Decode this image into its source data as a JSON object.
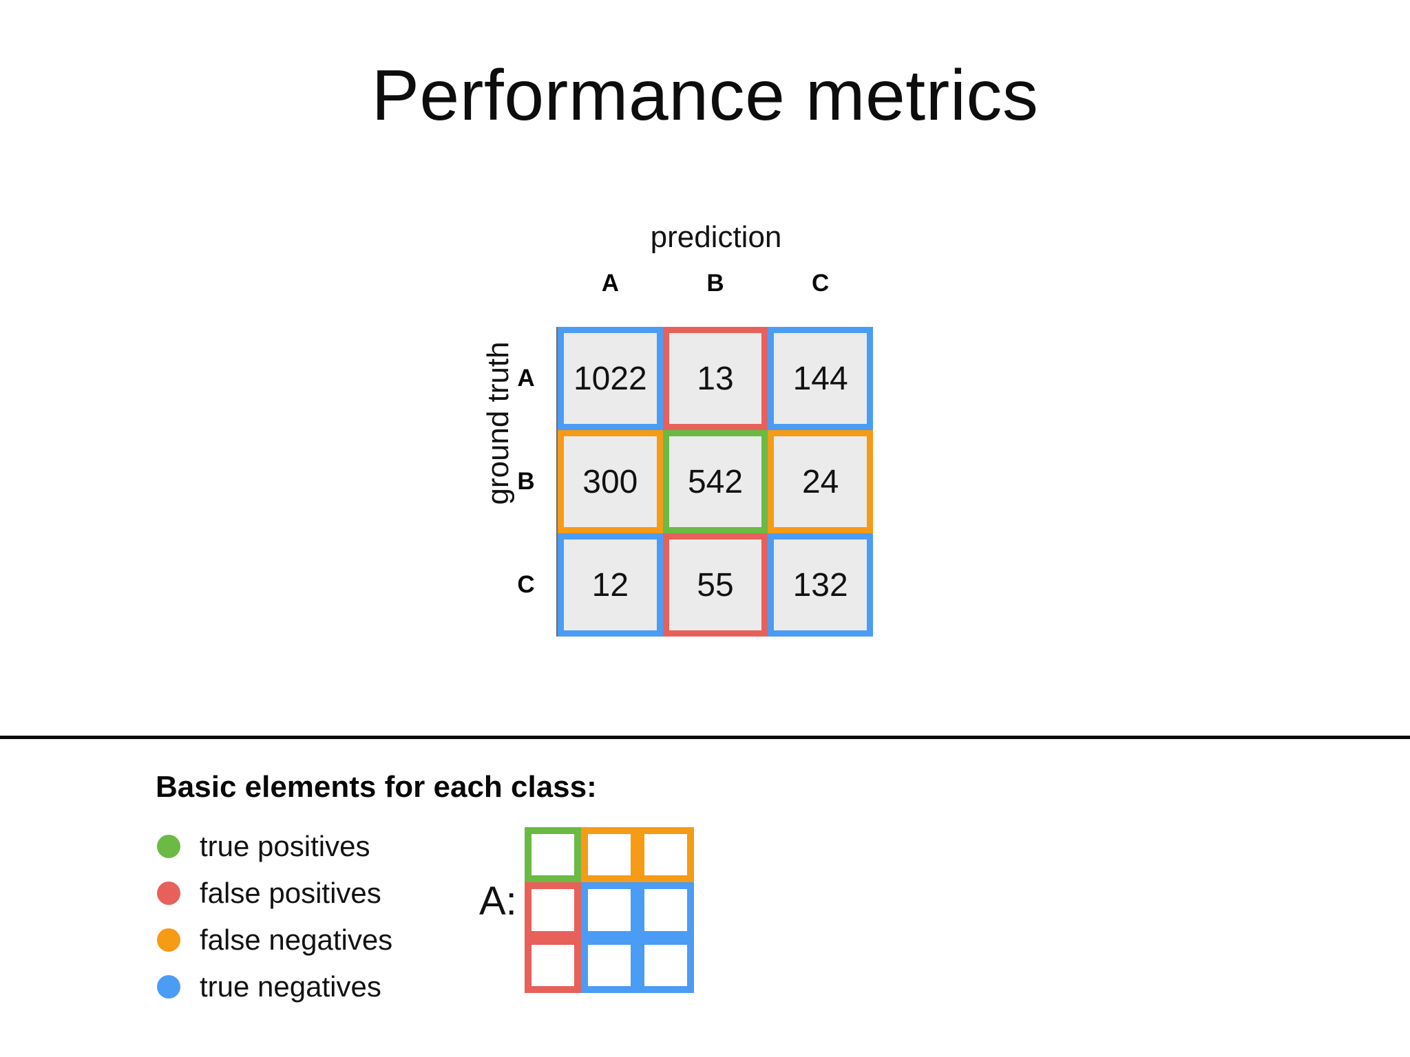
{
  "slide": {
    "title": "Performance metrics"
  },
  "matrix": {
    "x_axis_label": "prediction",
    "y_axis_label": "ground truth",
    "col_headers": [
      "A",
      "B",
      "C"
    ],
    "row_headers": [
      "A",
      "B",
      "C"
    ]
  },
  "legend": {
    "heading": "Basic elements for each class:",
    "items": [
      {
        "label": "true positives",
        "color": "#6aba44",
        "key": "tp"
      },
      {
        "label": "false positives",
        "color": "#e8605a",
        "key": "fp"
      },
      {
        "label": "false negatives",
        "color": "#f59b16",
        "key": "fn"
      },
      {
        "label": "true negatives",
        "color": "#4a9cf5",
        "key": "tn"
      }
    ]
  },
  "mini_matrix": {
    "class_label": "A:",
    "cells": [
      [
        "tp",
        "fn",
        "fn"
      ],
      [
        "fp",
        "tn",
        "tn"
      ],
      [
        "fp",
        "tn",
        "tn"
      ]
    ]
  },
  "colors": {
    "true_positive": "#6aba44",
    "false_positive": "#e8605a",
    "false_negative": "#f59b16",
    "true_negative": "#4a9cf5",
    "cell_fill": "#ebebeb",
    "background": "#ffffff",
    "divider": "#0a0a0a"
  },
  "chart_data": {
    "type": "table",
    "title": "Performance metrics",
    "xlabel": "prediction",
    "ylabel": "ground truth",
    "categories": [
      "A",
      "B",
      "C"
    ],
    "row_categories": [
      "A",
      "B",
      "C"
    ],
    "column_categories": [
      "A",
      "B",
      "C"
    ],
    "matrix": [
      [
        1022,
        13,
        144
      ],
      [
        300,
        542,
        24
      ],
      [
        12,
        55,
        132
      ]
    ],
    "cell_roles": [
      [
        "tn",
        "fp",
        "tn"
      ],
      [
        "fn",
        "tp",
        "fn"
      ],
      [
        "tn",
        "fp",
        "tn"
      ]
    ],
    "legend": [
      "true positives",
      "false positives",
      "false negatives",
      "true negatives"
    ],
    "grid": true,
    "legend_position": "bottom-left",
    "annotations": [
      "Basic elements for each class:",
      "A:"
    ]
  }
}
